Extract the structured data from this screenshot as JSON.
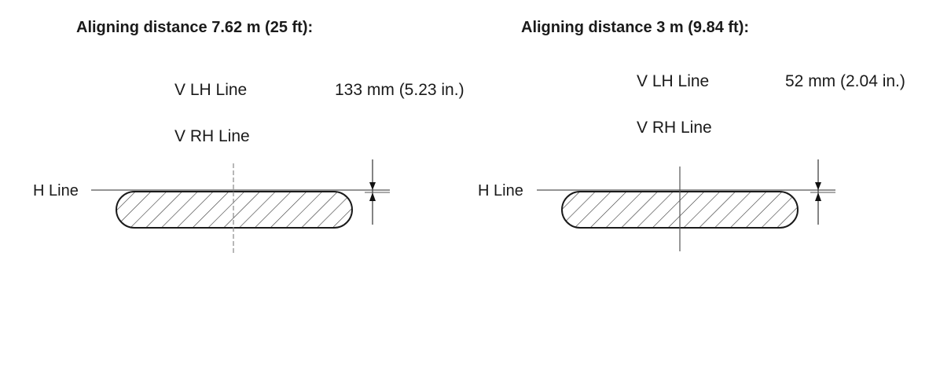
{
  "panels": [
    {
      "title": "Aligning distance 7.62 m (25 ft):",
      "v_lh_label": "V LH Line",
      "v_lh_value": "133 mm (5.23 in.)",
      "v_rh_label": "V RH Line",
      "h_line_label": "H Line",
      "vertical_line_style": "dashed"
    },
    {
      "title": "Aligning distance 3 m (9.84 ft):",
      "v_lh_label": "V LH Line",
      "v_lh_value": "52 mm (2.04 in.)",
      "v_rh_label": "V RH Line",
      "h_line_label": "H Line",
      "vertical_line_style": "solid"
    }
  ]
}
